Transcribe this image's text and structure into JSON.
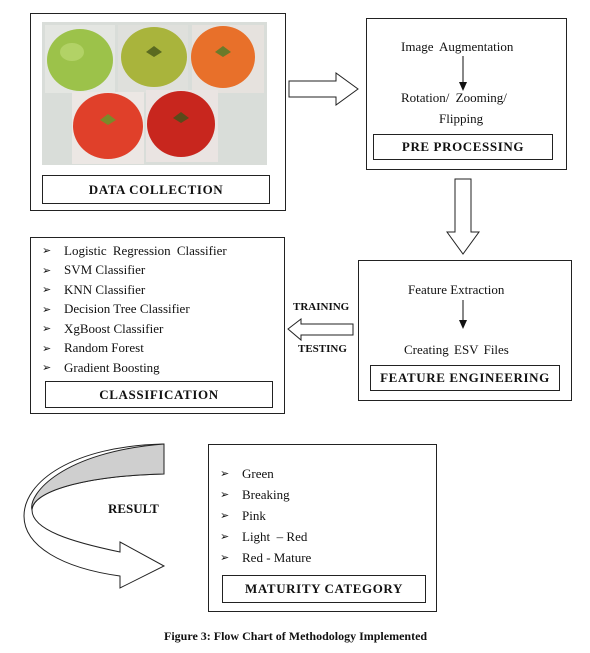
{
  "data_collection": {
    "label": "DATA COLLECTION",
    "images": [
      {
        "name": "green tomato",
        "color": "#9cc24a"
      },
      {
        "name": "breaking tomato",
        "color": "#a9b43c"
      },
      {
        "name": "pink tomato",
        "color": "#e8702a"
      },
      {
        "name": "light red tomato",
        "color": "#e0402a"
      },
      {
        "name": "red tomato",
        "color": "#c8261e"
      }
    ]
  },
  "pre_processing": {
    "label": "PRE PROCESSING",
    "step1": "Image Augmentation",
    "step2_line1": "Rotation/ Zooming/",
    "step2_line2": "Flipping"
  },
  "feature_engineering": {
    "label": "FEATURE ENGINEERING",
    "step1": "Feature Extraction",
    "step2": "Creating ESV Files"
  },
  "classification": {
    "label": "CLASSIFICATION",
    "items": [
      "Logistic Regression Classifier",
      "SVM Classifier",
      "KNN Classifier",
      "Decision Tree Classifier",
      "XgBoost Classifier",
      "Random Forest",
      "Gradient Boosting"
    ]
  },
  "arrow_labels": {
    "training": "TRAINING",
    "testing": "TESTING",
    "result": "RESULT"
  },
  "maturity": {
    "label": "MATURITY CATEGORY",
    "items": [
      "Green",
      "Breaking",
      "Pink",
      "Light  – Red",
      "Red - Mature"
    ]
  },
  "caption": "Figure 3: Flow Chart of Methodology Implemented",
  "bullet_glyph": "➢"
}
